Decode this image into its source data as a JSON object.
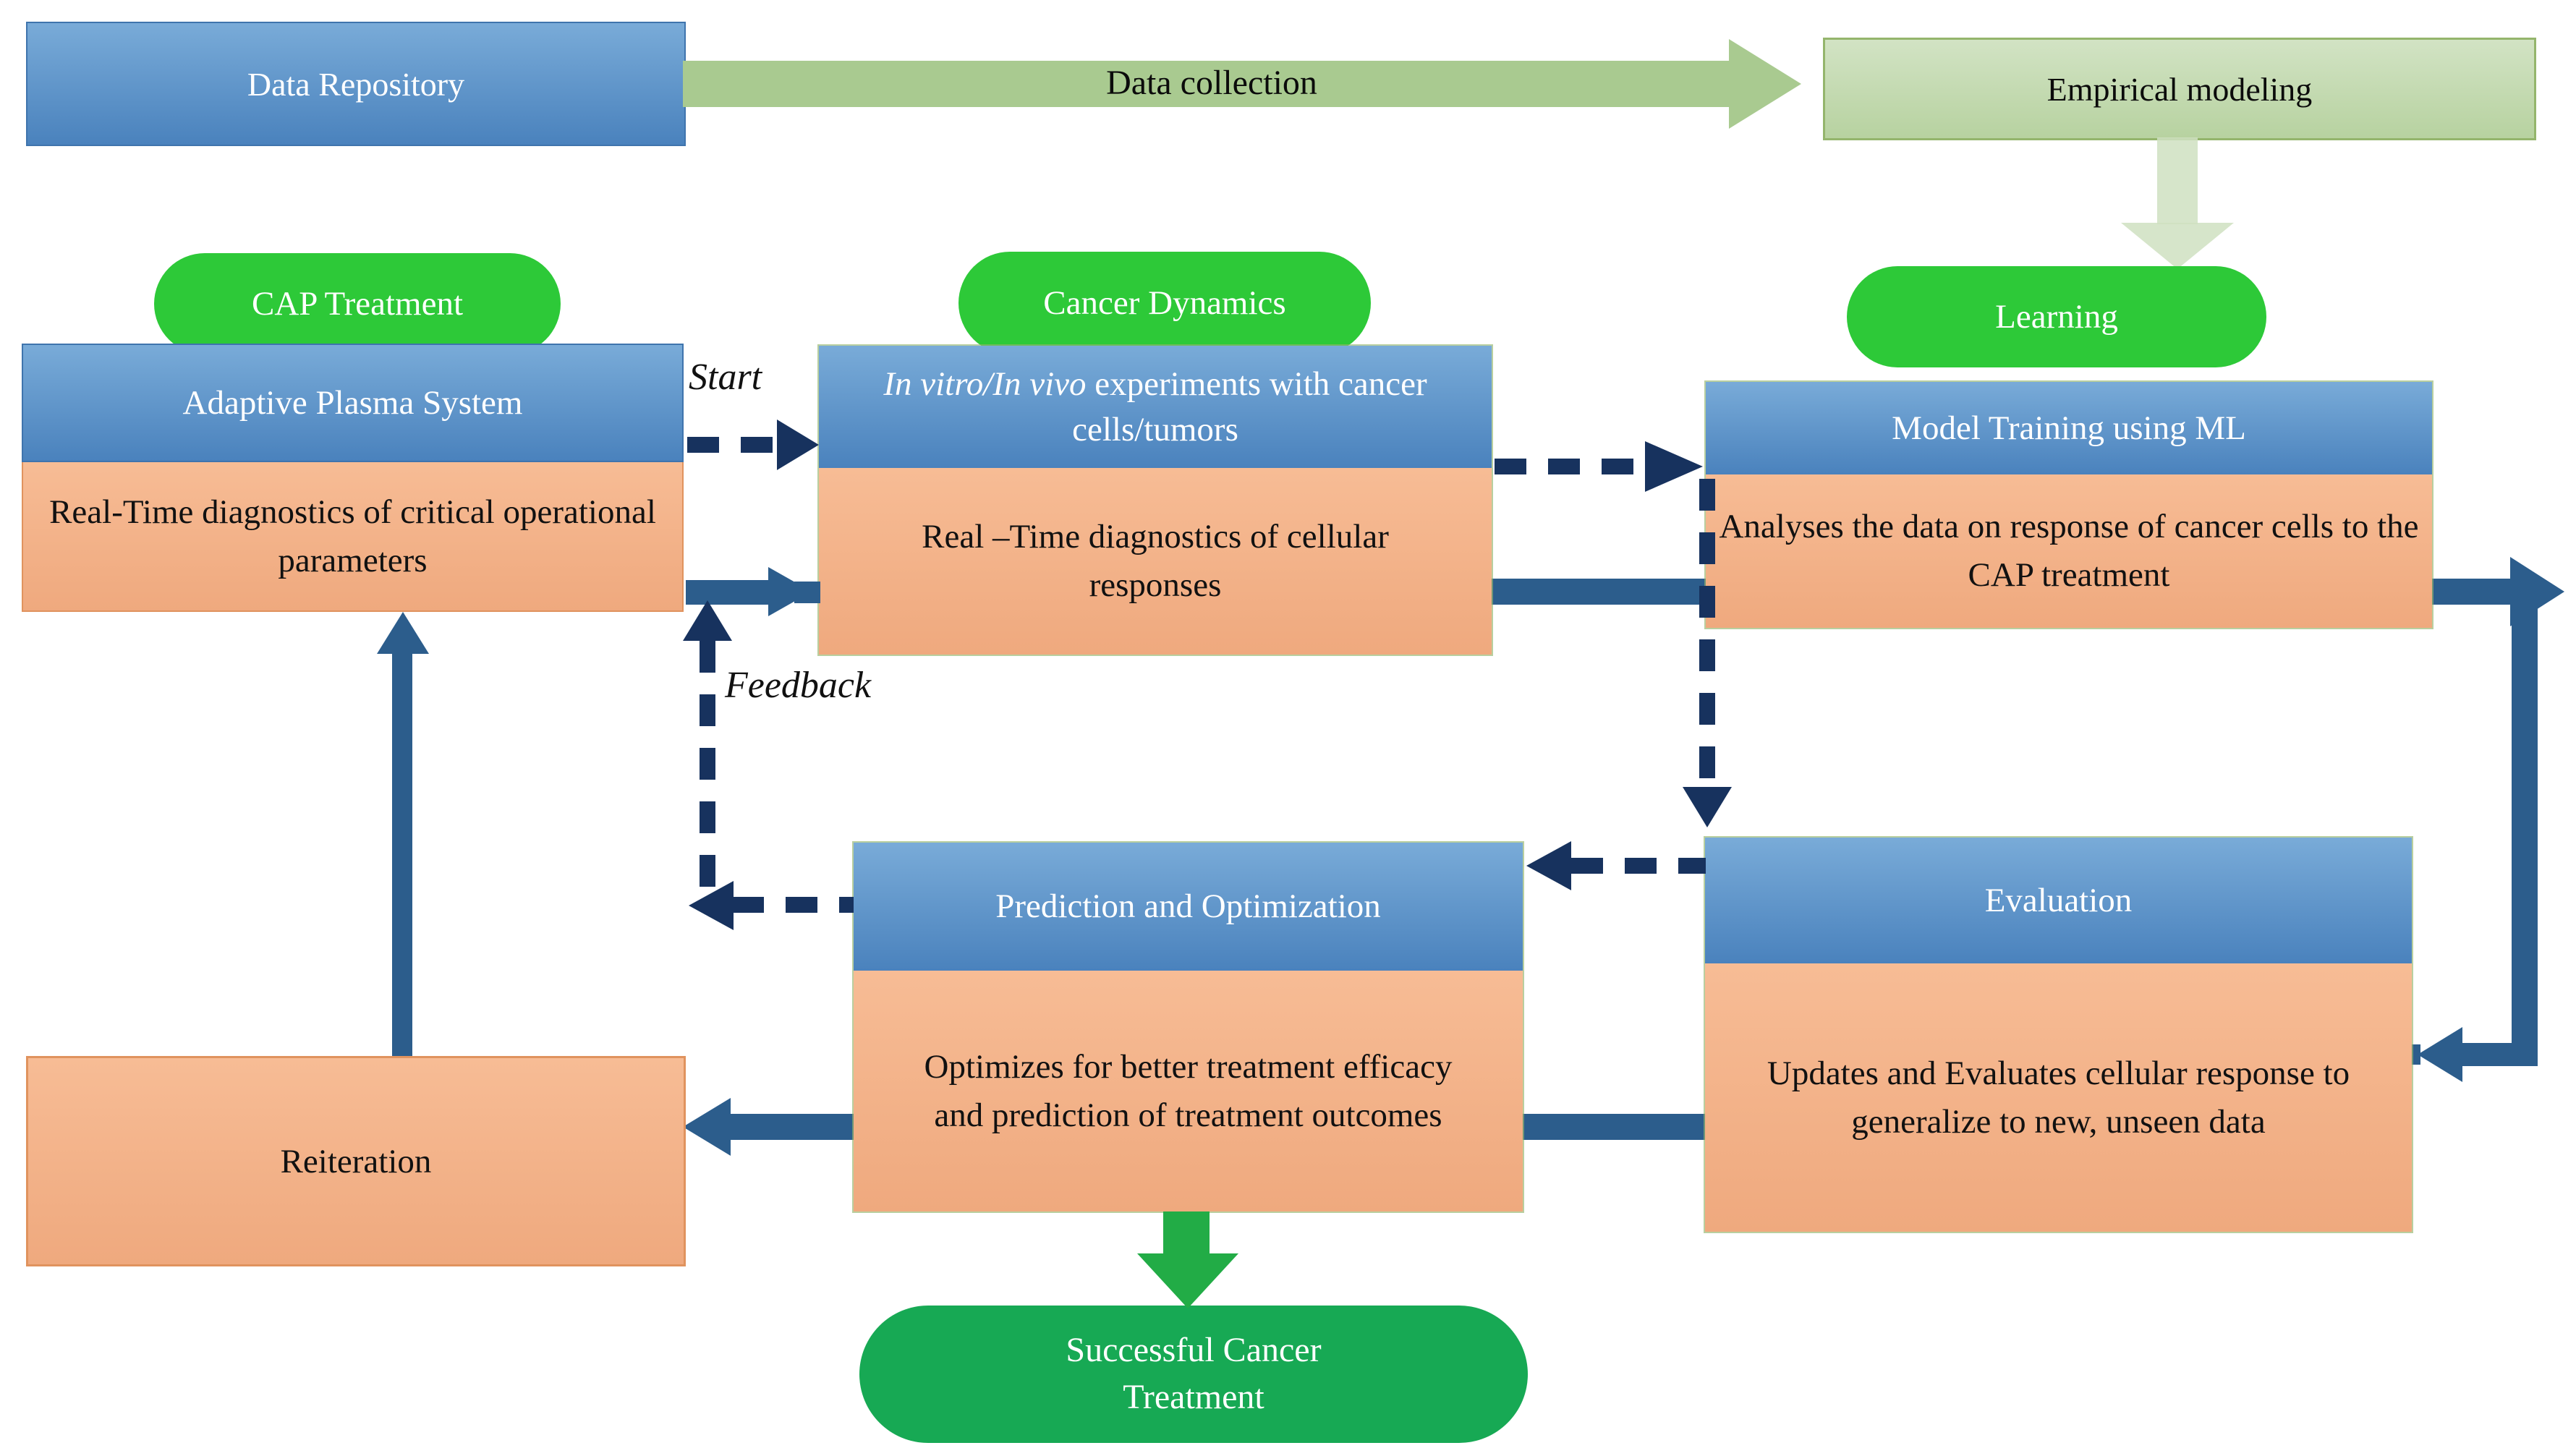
{
  "nodes": {
    "data_repository": {
      "label": "Data Repository"
    },
    "data_collection": {
      "label": "Data collection"
    },
    "empirical_modeling": {
      "label": "Empirical modeling"
    },
    "cap_treatment": {
      "label": "CAP Treatment"
    },
    "cancer_dynamics": {
      "label": "Cancer Dynamics"
    },
    "learning": {
      "label": "Learning"
    },
    "adaptive_plasma": {
      "header": "Adaptive Plasma System",
      "body": "Real-Time diagnostics of critical operational parameters"
    },
    "invitro": {
      "header_italic": "In vitro/In vivo",
      "header_rest": " experiments with cancer cells/tumors",
      "body": "Real –Time diagnostics of cellular responses"
    },
    "model_training": {
      "header": "Model Training using ML",
      "body": "Analyses the data on response of cancer cells to the CAP treatment"
    },
    "prediction": {
      "header": "Prediction and Optimization",
      "body": "Optimizes for better treatment efficacy and prediction of treatment outcomes"
    },
    "evaluation": {
      "header": "Evaluation",
      "body": "Updates and Evaluates cellular response to generalize to new, unseen data"
    },
    "reiteration": {
      "label": "Reiteration"
    },
    "success": {
      "label": "Successful Cancer Treatment"
    }
  },
  "edge_labels": {
    "start": "Start",
    "feedback": "Feedback"
  },
  "colors": {
    "blue_header_top": "#79abd8",
    "blue_header_bottom": "#4a82bd",
    "salmon_top": "#f7bc95",
    "salmon_bottom": "#efa97e",
    "oval_green": "#2dc938",
    "success_green": "#17a954",
    "empirical_green_top": "#d2e3c4",
    "empirical_green_bottom": "#b7d2a0",
    "data_collection_arrow": "#a9ca90",
    "pale_down_arrow": "#cfe1c1",
    "solid_connector": "#2c5d8c",
    "dashed_connector": "#17325e",
    "green_down_arrow": "#22ac46",
    "olive_border": "#94b56c",
    "orange_border": "#e0935e"
  }
}
